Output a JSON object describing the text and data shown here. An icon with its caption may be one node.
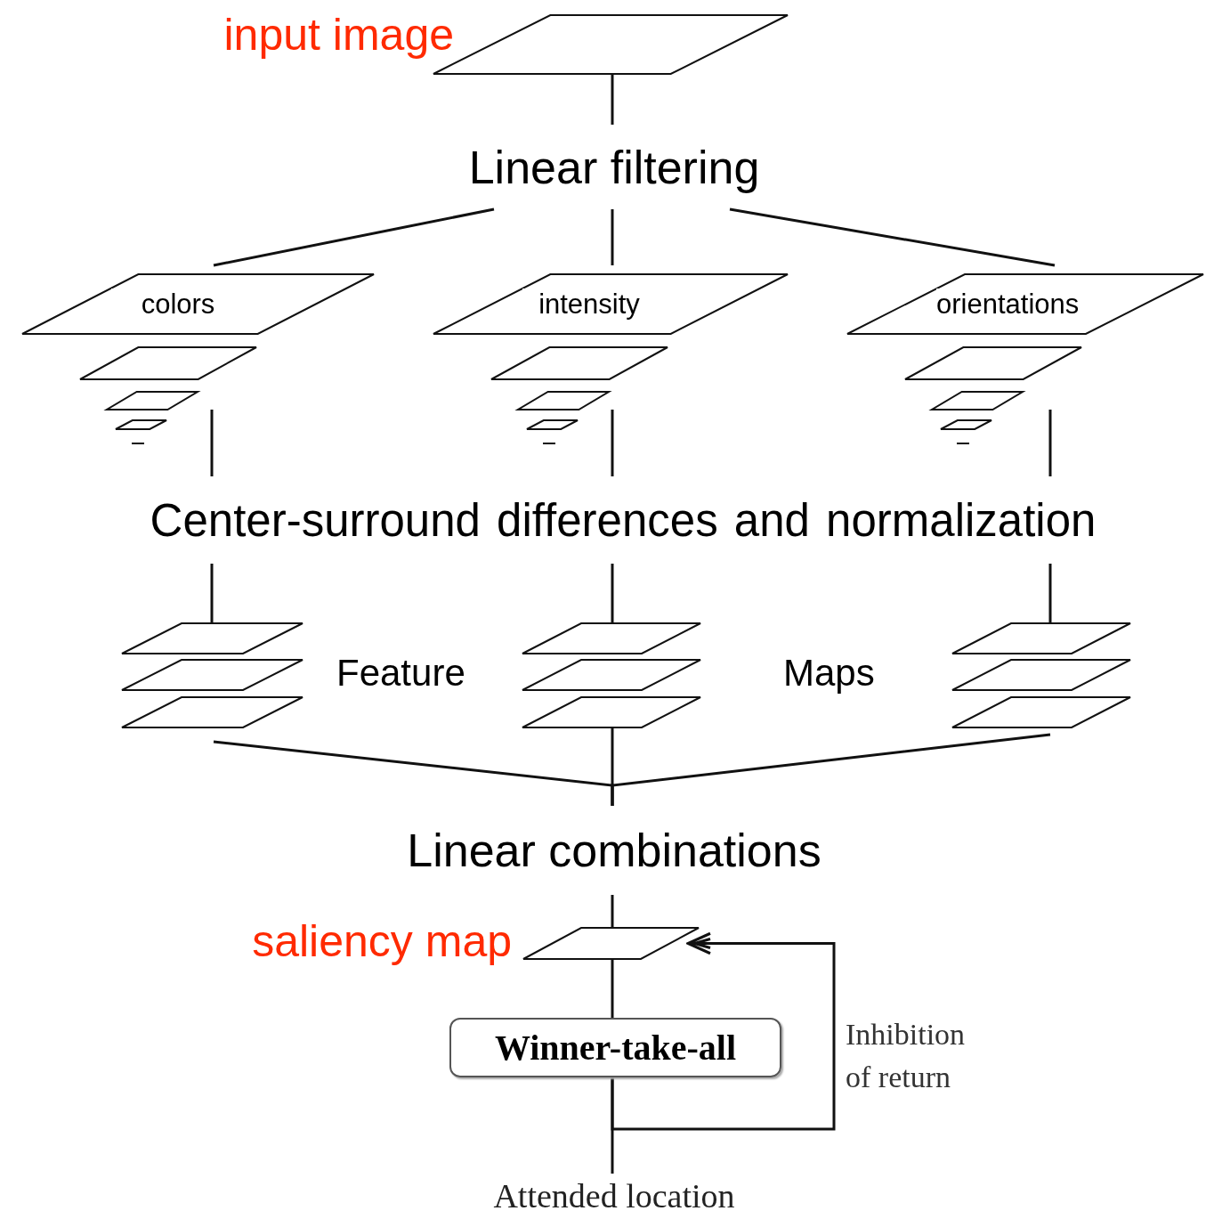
{
  "diagram": {
    "nodes": [
      {
        "text": [],
        "shape": "parallelogram",
        "beside": [
          "input image"
        ]
      },
      {
        "text": [
          "Linear filtering"
        ]
      },
      {
        "text": [
          "colors"
        ]
      },
      {
        "text": [
          "intensity"
        ]
      },
      {
        "text": [
          "orientations"
        ]
      },
      {
        "text": [
          "Center-surround differences and normalization"
        ]
      },
      {
        "text": [],
        "shape": "parallelogram"
      },
      {
        "text": [],
        "shape": "parallelogram"
      },
      {
        "text": [],
        "shape": "parallelogram"
      },
      {
        "text": [
          "Linear combinations"
        ]
      },
      {
        "text": [],
        "shape": "parallelogram",
        "beside": [
          "saliency map"
        ]
      },
      {
        "text": [
          "Winner-take-all"
        ]
      },
      {
        "text": [
          "Attended location"
        ]
      }
    ],
    "edges": [
      {
        "from": 0,
        "to": 1,
        "arrow": "none"
      },
      {
        "from": 1,
        "to": 2,
        "arrow": "none"
      },
      {
        "from": 1,
        "to": 3,
        "arrow": "none"
      },
      {
        "from": 1,
        "to": 4,
        "arrow": "none"
      },
      {
        "from": 2,
        "to": 5,
        "arrow": "none"
      },
      {
        "from": 3,
        "to": 5,
        "arrow": "none"
      },
      {
        "from": 4,
        "to": 5,
        "arrow": "none"
      },
      {
        "from": 5,
        "to": 6,
        "arrow": "none"
      },
      {
        "from": 5,
        "to": 7,
        "arrow": "none"
      },
      {
        "from": 5,
        "to": 8,
        "arrow": "none"
      },
      {
        "from": 6,
        "to": 9,
        "arrow": "none"
      },
      {
        "from": 7,
        "to": 9,
        "arrow": "none"
      },
      {
        "from": 8,
        "to": 9,
        "arrow": "none"
      },
      {
        "from": 9,
        "to": 10,
        "arrow": "none"
      },
      {
        "from": 10,
        "to": 11,
        "arrow": "none"
      },
      {
        "from": 11,
        "to": 12,
        "arrow": "none"
      },
      {
        "from": 11,
        "to": 10,
        "arrow": "to",
        "label": "Inhibition of return"
      }
    ],
    "labels": [
      "Feature",
      "Maps"
    ]
  }
}
